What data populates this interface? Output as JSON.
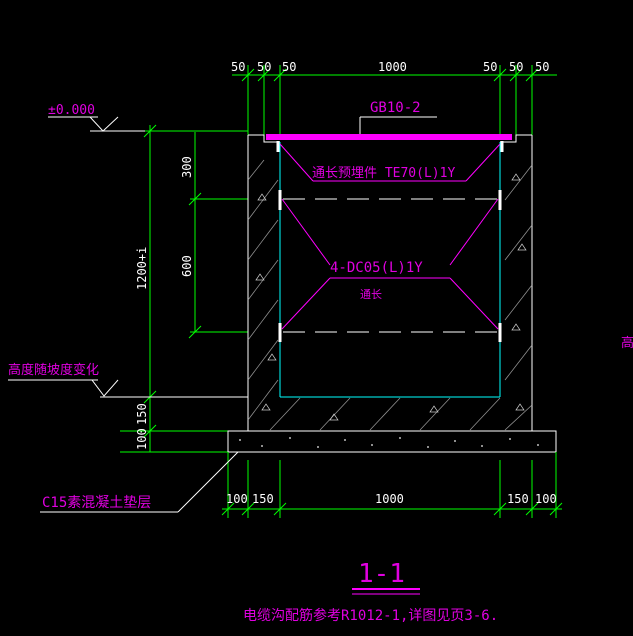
{
  "level_mark": "±0.000",
  "top_dims": [
    "50",
    "50",
    "50",
    "1000",
    "50",
    "50",
    "50"
  ],
  "bottom_dims": [
    "100",
    "150",
    "1000",
    "150",
    "100"
  ],
  "left_dims": {
    "d300": "300",
    "d600": "600",
    "total": "1200+i",
    "d150": "150",
    "d100": "100"
  },
  "labels": {
    "cover": "GB10-2",
    "embed": "通长预埋件 TE70(L)1Y",
    "brackets": "4-DC05(L)1Y",
    "through": "通长",
    "height_change": "高度随坡度变化",
    "base": "C15素混凝土垫层",
    "edge": "高"
  },
  "section_title": "1-1",
  "note": "电缆沟配筋参考R1012-1,详图见页3-6."
}
